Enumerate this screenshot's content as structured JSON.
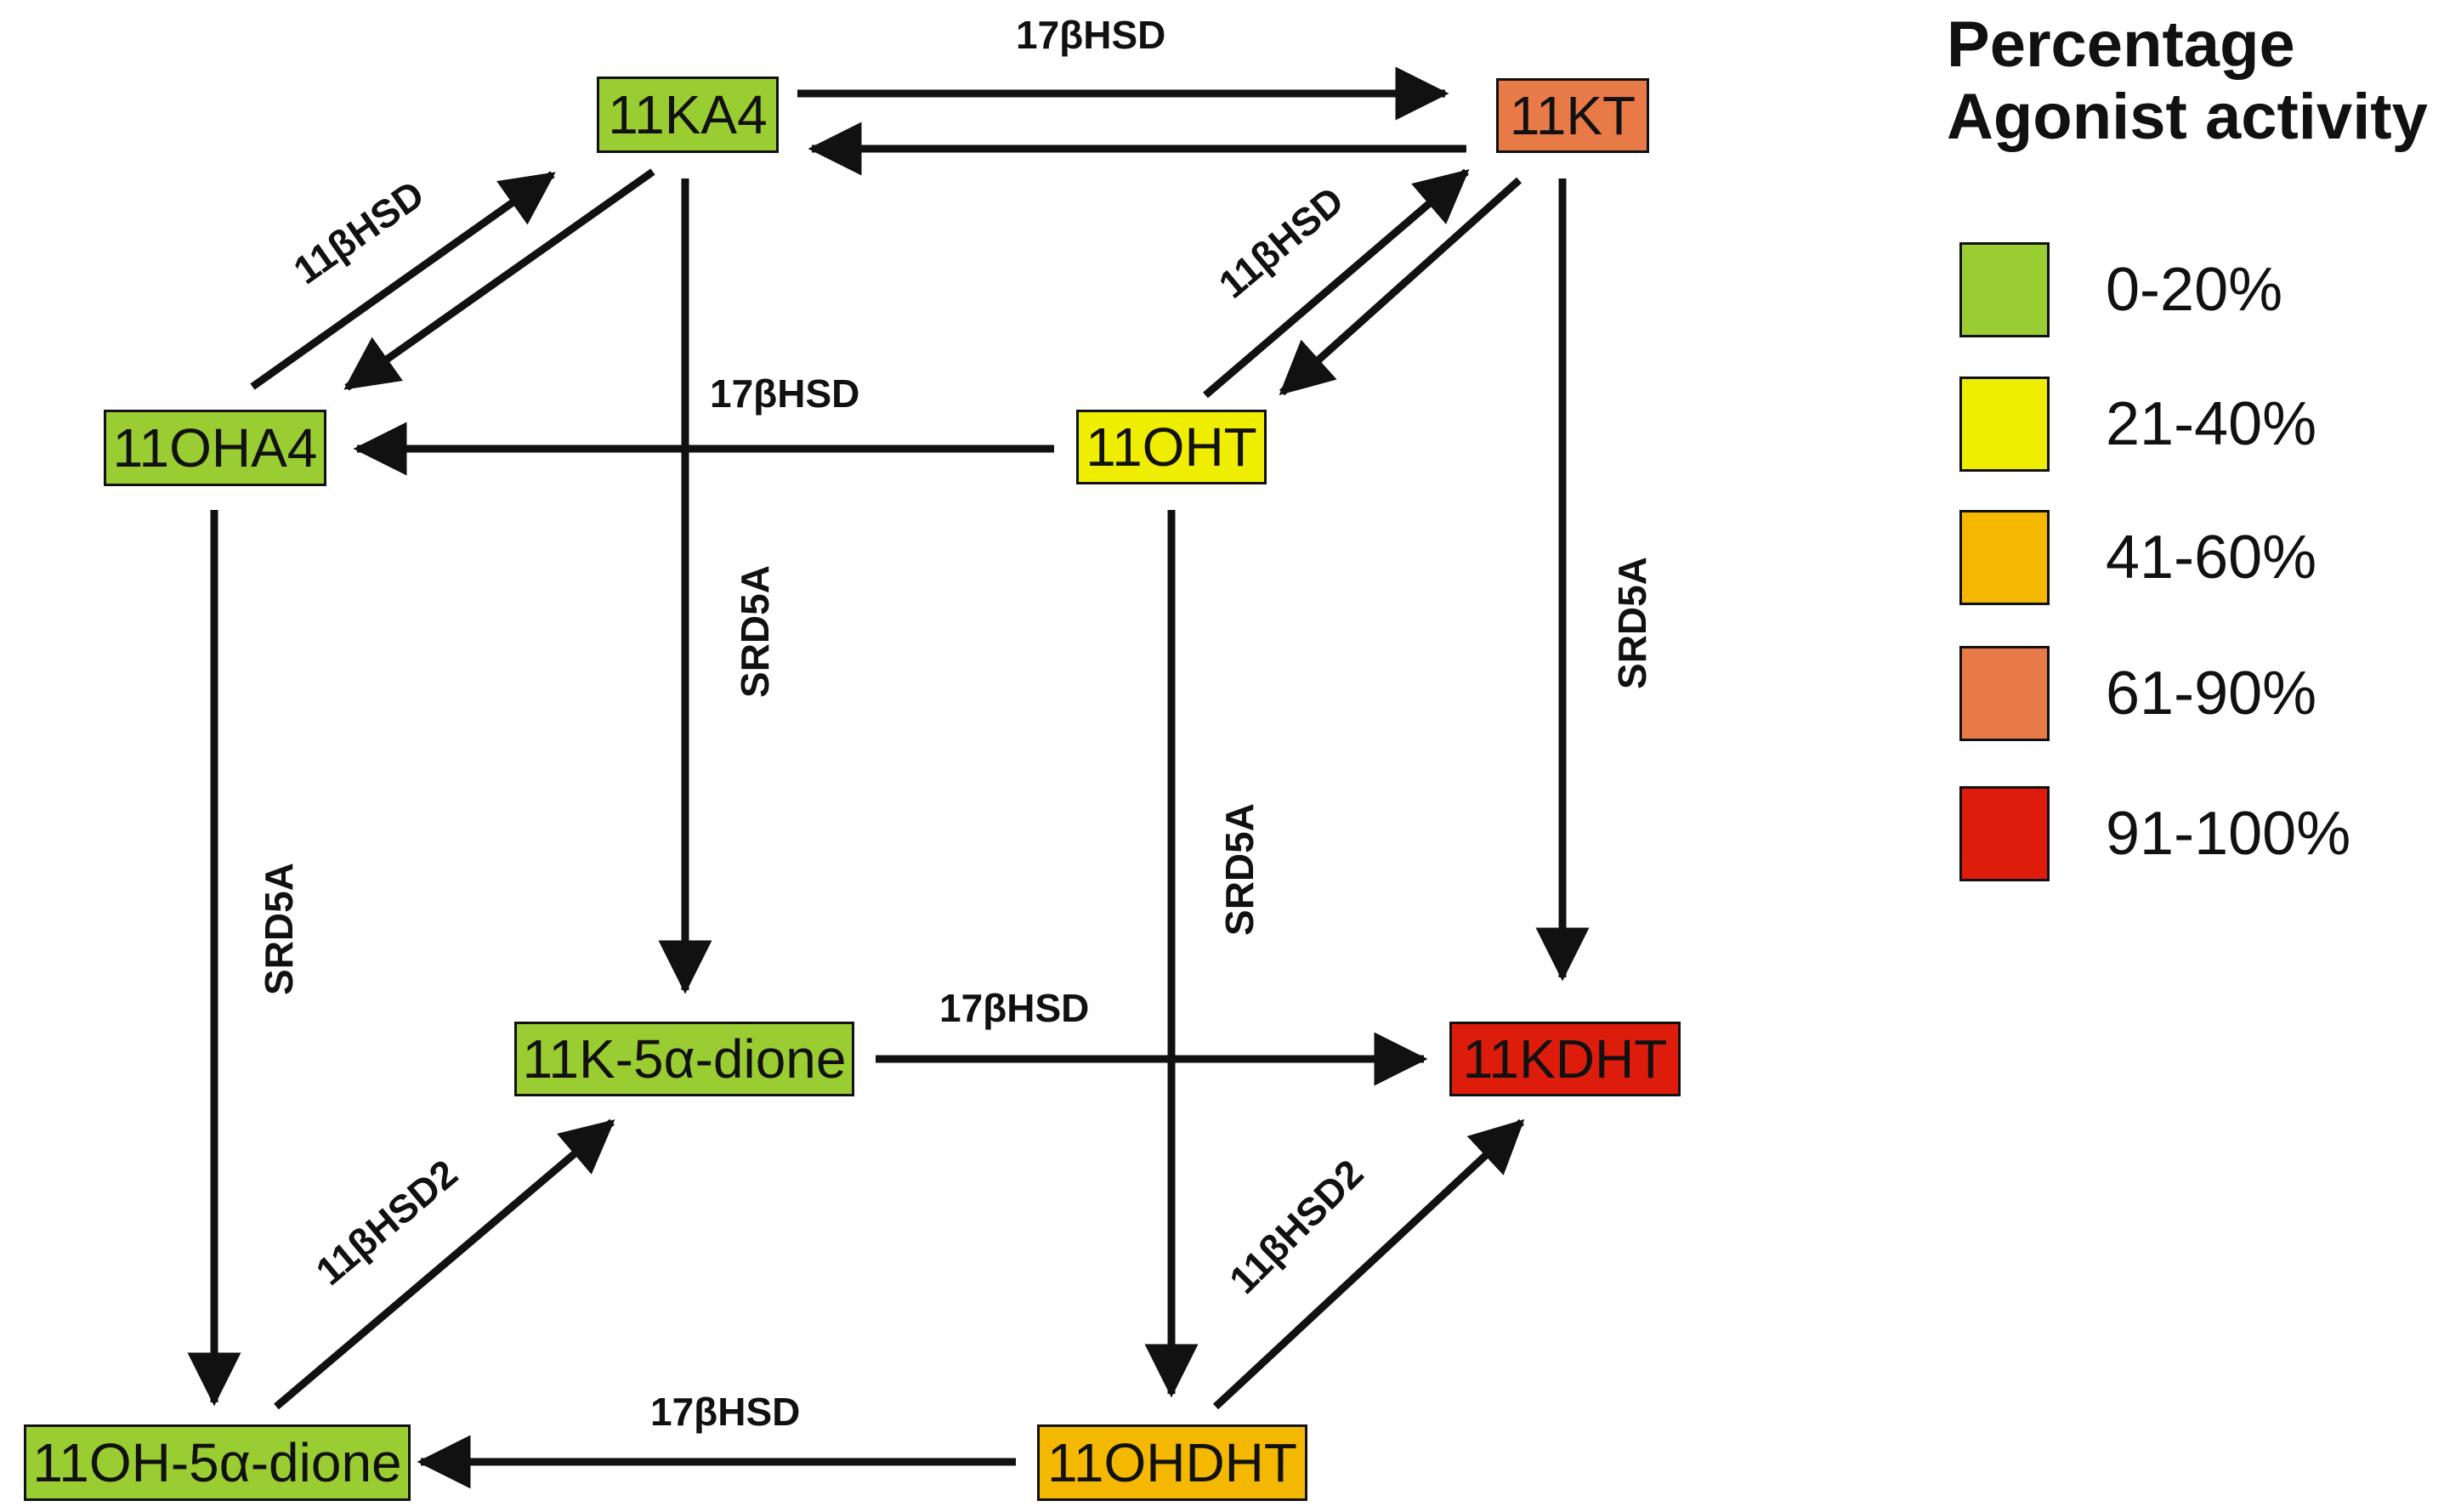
{
  "legend": {
    "title_line1": "Percentage",
    "title_line2": "Agonist activity",
    "items": [
      {
        "label": "0-20%",
        "color": "#9acd32"
      },
      {
        "label": "21-40%",
        "color": "#f0ee00"
      },
      {
        "label": "41-60%",
        "color": "#f5b800"
      },
      {
        "label": "61-90%",
        "color": "#e87a48"
      },
      {
        "label": "91-100%",
        "color": "#dd1c0c"
      }
    ]
  },
  "nodes": {
    "n11KA4": {
      "label": "11KA4",
      "color": "#9acd32"
    },
    "n11KT": {
      "label": "11KT",
      "color": "#e87a48"
    },
    "n11OHA4": {
      "label": "11OHA4",
      "color": "#9acd32"
    },
    "n11OHT": {
      "label": "11OHT",
      "color": "#f0ee00"
    },
    "n11K5adione": {
      "label": "11K-5α-dione",
      "color": "#9acd32"
    },
    "n11KDHT": {
      "label": "11KDHT",
      "color": "#dd1c0c"
    },
    "n11OH5adione": {
      "label": "11OH-5α-dione",
      "color": "#9acd32"
    },
    "n11OHDHT": {
      "label": "11OHDHT",
      "color": "#f5b800"
    }
  },
  "edges": {
    "e_ka4_kt": {
      "label": "17βHSD"
    },
    "e_ka4_oha4": {
      "label": "11βHSD"
    },
    "e_ka4_k5": {
      "label": "SRD5A"
    },
    "e_kt_oht": {
      "label": "11βHSD"
    },
    "e_kt_kdht": {
      "label": "SRD5A"
    },
    "e_oht_oha4": {
      "label": "17βHSD"
    },
    "e_oht_ohdht": {
      "label": "SRD5A"
    },
    "e_oha4_oh5": {
      "label": "SRD5A"
    },
    "e_k5_kdht": {
      "label": "17βHSD"
    },
    "e_oh5_k5": {
      "label": "11βHSD2"
    },
    "e_ohdht_kdht": {
      "label": "11βHSD2"
    },
    "e_ohdht_oh5": {
      "label": "17βHSD"
    }
  }
}
